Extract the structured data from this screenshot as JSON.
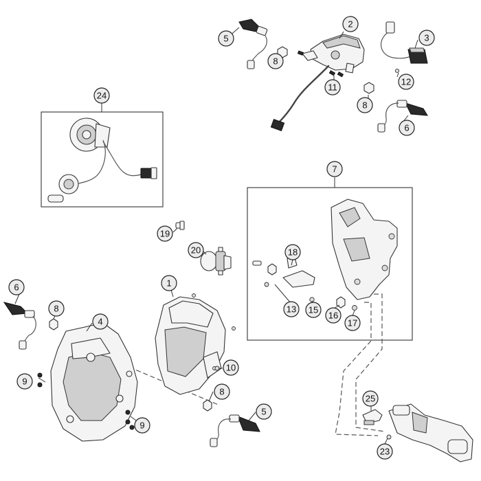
{
  "callouts": [
    {
      "id": "callout-1",
      "label": "1"
    },
    {
      "id": "callout-2",
      "label": "2"
    },
    {
      "id": "callout-3",
      "label": "3"
    },
    {
      "id": "callout-4",
      "label": "4"
    },
    {
      "id": "callout-5a",
      "label": "5"
    },
    {
      "id": "callout-5b",
      "label": "5"
    },
    {
      "id": "callout-6a",
      "label": "6"
    },
    {
      "id": "callout-6b",
      "label": "6"
    },
    {
      "id": "callout-7",
      "label": "7"
    },
    {
      "id": "callout-8a",
      "label": "8"
    },
    {
      "id": "callout-8b",
      "label": "8"
    },
    {
      "id": "callout-8c",
      "label": "8"
    },
    {
      "id": "callout-8d",
      "label": "8"
    },
    {
      "id": "callout-9a",
      "label": "9"
    },
    {
      "id": "callout-9b",
      "label": "9"
    },
    {
      "id": "callout-10",
      "label": "10"
    },
    {
      "id": "callout-11",
      "label": "11"
    },
    {
      "id": "callout-12",
      "label": "12"
    },
    {
      "id": "callout-13",
      "label": "13"
    },
    {
      "id": "callout-15",
      "label": "15"
    },
    {
      "id": "callout-16",
      "label": "16"
    },
    {
      "id": "callout-17",
      "label": "17"
    },
    {
      "id": "callout-18",
      "label": "18"
    },
    {
      "id": "callout-19",
      "label": "19"
    },
    {
      "id": "callout-20",
      "label": "20"
    },
    {
      "id": "callout-23",
      "label": "23"
    },
    {
      "id": "callout-24",
      "label": "24"
    },
    {
      "id": "callout-25",
      "label": "25"
    }
  ]
}
